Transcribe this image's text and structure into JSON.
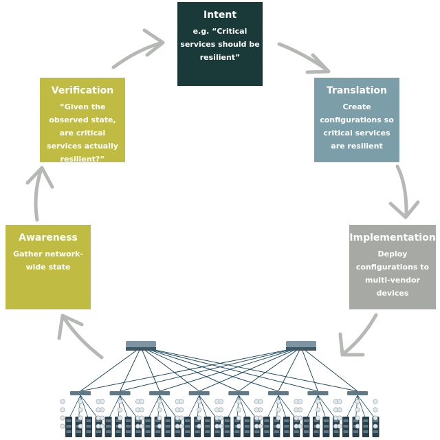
{
  "boxes": {
    "intent": {
      "title": "Intent",
      "desc": "e.g. “Critical services should be resilient”"
    },
    "translation": {
      "title": "Translation",
      "desc": "Create configurations so critical services are resilient"
    },
    "implementation": {
      "title": "Implementation",
      "desc": "Deploy configurations to multi-vendor devices"
    },
    "verification": {
      "title": "Verification",
      "desc": "“Given the observed state, are critical services actually resilient?”"
    },
    "awareness": {
      "title": "Awareness",
      "desc": "Gather network-wide state"
    }
  },
  "colors": {
    "intent": "#1a3a3a",
    "translation": "#7b9ea8",
    "implementation": "#a7a9a4",
    "verification_awareness": "#c0bb43",
    "arrows": "#b6b8b6",
    "links": "#1f4a63"
  },
  "network": {
    "spine_switches": 2,
    "leaf_switches": 8,
    "servers_per_leaf": 4
  }
}
